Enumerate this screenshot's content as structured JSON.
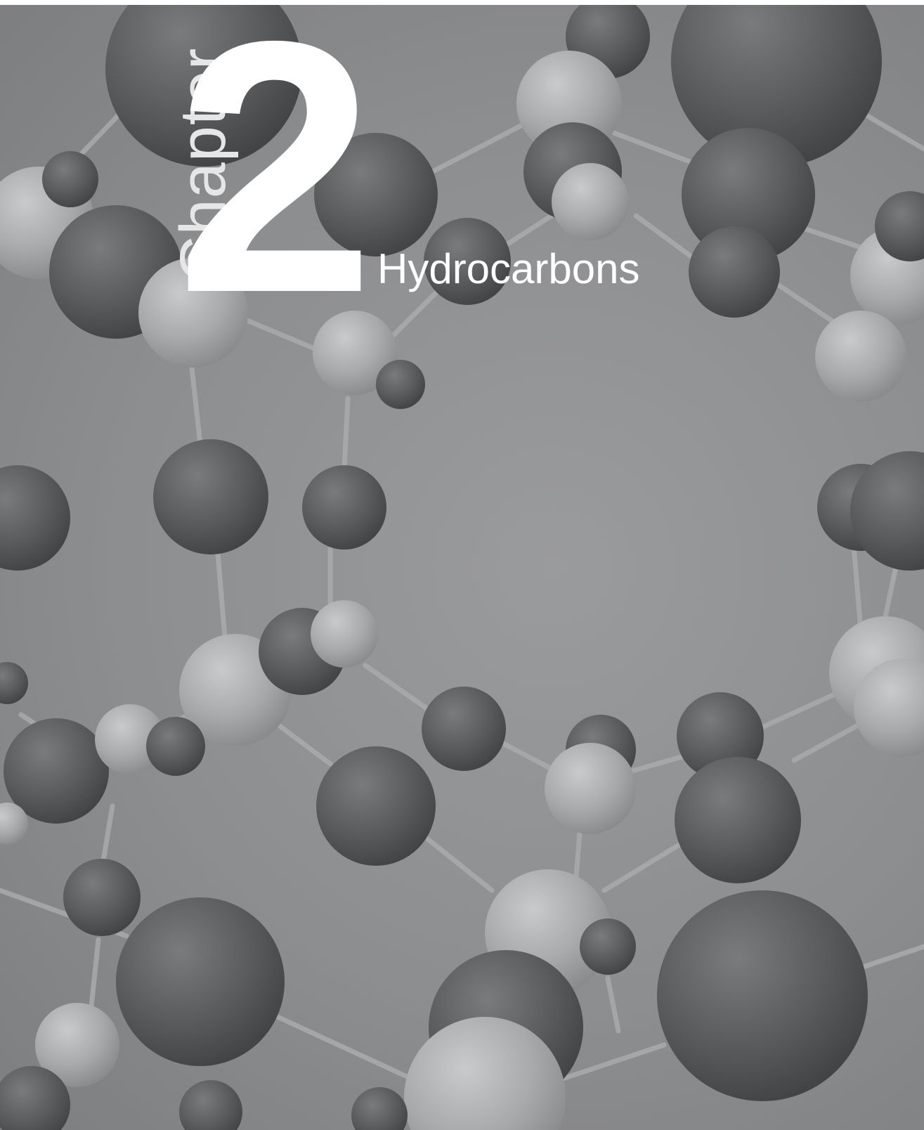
{
  "chapter": {
    "label": "Chapter",
    "number": "2",
    "title": "Hydrocarbons"
  },
  "colors": {
    "background": "#8d8e90",
    "text_primary": "#ffffff",
    "text_secondary": "#e6e6e6",
    "atom_dark": "#5a5b5d",
    "atom_light": "#b4b5b7",
    "bond": "#a9aaac"
  }
}
